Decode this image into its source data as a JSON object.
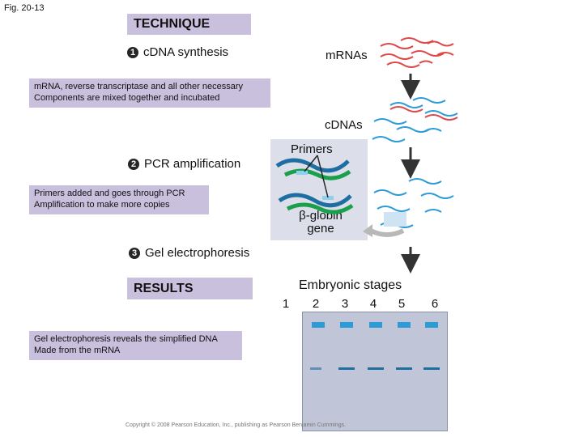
{
  "fig_label": "Fig. 20-13",
  "technique": "TECHNIQUE",
  "results": "RESULTS",
  "steps": [
    {
      "num": "1",
      "label": "cDNA synthesis"
    },
    {
      "num": "2",
      "label": "PCR amplification"
    },
    {
      "num": "3",
      "label": "Gel electrophoresis"
    }
  ],
  "notes": {
    "step1": [
      "mRNA, reverse transcriptase and all other necessary",
      "Components are mixed together and incubated"
    ],
    "step2": [
      "Primers added and goes through PCR",
      "Amplification to make more copies"
    ],
    "results": [
      "Gel electrophoresis reveals the simplified DNA",
      "Made from the mRNA"
    ]
  },
  "labels": {
    "mrnas": "mRNAs",
    "cdnas": "cDNAs",
    "primers": "Primers",
    "beta_globin_line1": "β-globin",
    "beta_globin_line2": "gene",
    "embryonic_stages": "Embryonic stages"
  },
  "stages": [
    "1",
    "2",
    "3",
    "4",
    "5",
    "6"
  ],
  "band_present": [
    false,
    true,
    true,
    true,
    true,
    true
  ],
  "colors": {
    "box": "#c9c0de",
    "mrna": "#e04848",
    "cdna": "#2d9bd6",
    "gel": "#c0c6d8",
    "primer_green": "#1aa04a"
  },
  "copyright": "Copyright © 2008 Pearson Education, Inc., publishing as Pearson Benjamin Cummings."
}
